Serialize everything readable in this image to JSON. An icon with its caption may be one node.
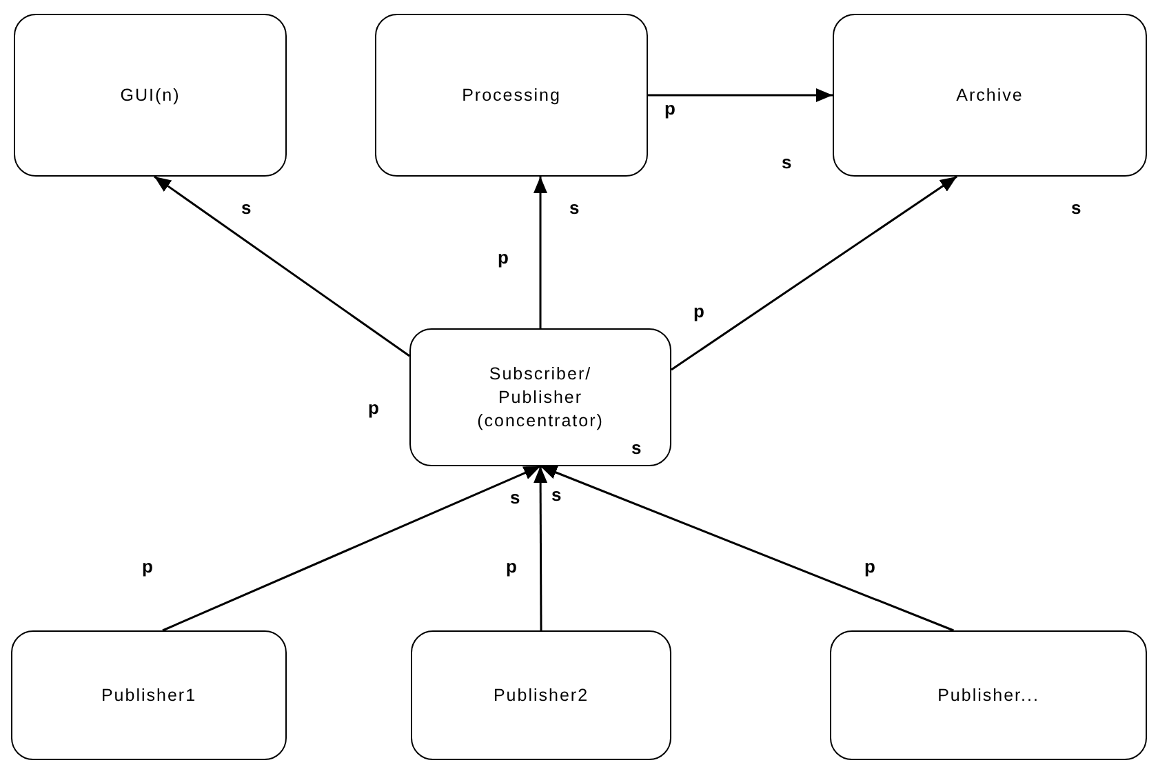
{
  "diagram": {
    "nodes": [
      {
        "text": [
          "GUI(n)"
        ]
      },
      {
        "text": [
          "Processing"
        ]
      },
      {
        "text": [
          "Archive"
        ]
      },
      {
        "text": [
          "Subscriber/ Publisher (concentrator)"
        ]
      },
      {
        "text": [
          "Publisher1"
        ]
      },
      {
        "text": [
          "Publisher2"
        ]
      },
      {
        "text": [
          "Publisher..."
        ]
      }
    ],
    "edges": [
      {
        "from": 1,
        "to": 2,
        "arrow": "to"
      },
      {
        "from": 3,
        "to": 0,
        "arrow": "to"
      },
      {
        "from": 3,
        "to": 1,
        "arrow": "to"
      },
      {
        "from": 3,
        "to": 2,
        "arrow": "to"
      },
      {
        "from": 4,
        "to": 3,
        "arrow": "to"
      },
      {
        "from": 5,
        "to": 3,
        "arrow": "to"
      },
      {
        "from": 6,
        "to": 3,
        "arrow": "to"
      }
    ],
    "labels": [
      "p",
      "s",
      "s",
      "s",
      "s",
      "p",
      "p",
      "p",
      "s",
      "s",
      "s",
      "p",
      "p",
      "p"
    ]
  }
}
